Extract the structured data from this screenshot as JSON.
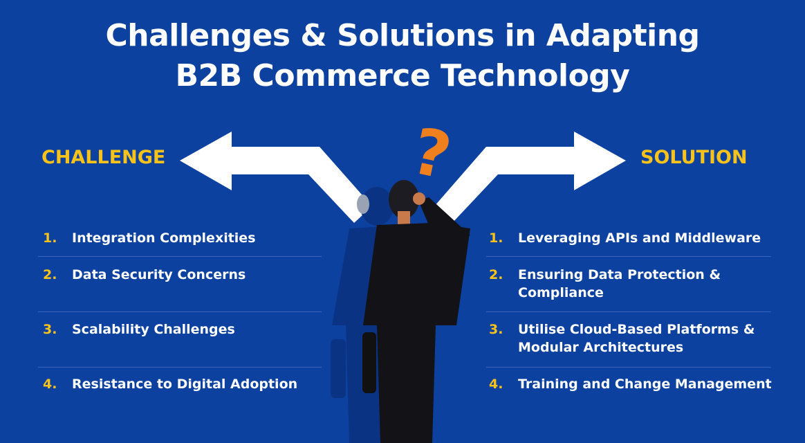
{
  "title": {
    "line1": "Challenges & Solutions in Adapting",
    "line2": "B2B Commerce Technology"
  },
  "challenge": {
    "heading": "CHALLENGE",
    "items": [
      {
        "num": "1.",
        "text": "Integration Complexities"
      },
      {
        "num": "2.",
        "text": "Data Security Concerns"
      },
      {
        "num": "3.",
        "text": "Scalability Challenges"
      },
      {
        "num": "4.",
        "text": "Resistance to Digital Adoption"
      }
    ]
  },
  "solution": {
    "heading": "SOLUTION",
    "items": [
      {
        "num": "1.",
        "text": "Leveraging APIs and Middleware"
      },
      {
        "num": "2.",
        "text": "Ensuring Data Protection & Compliance"
      },
      {
        "num": "3.",
        "text": "Utilise Cloud-Based Platforms & Modular Architectures"
      },
      {
        "num": "4.",
        "text": "Training and Change Management"
      }
    ]
  },
  "colors": {
    "background": "#0d41a0",
    "accent": "#f7c21a",
    "question": "#f07f1e"
  }
}
